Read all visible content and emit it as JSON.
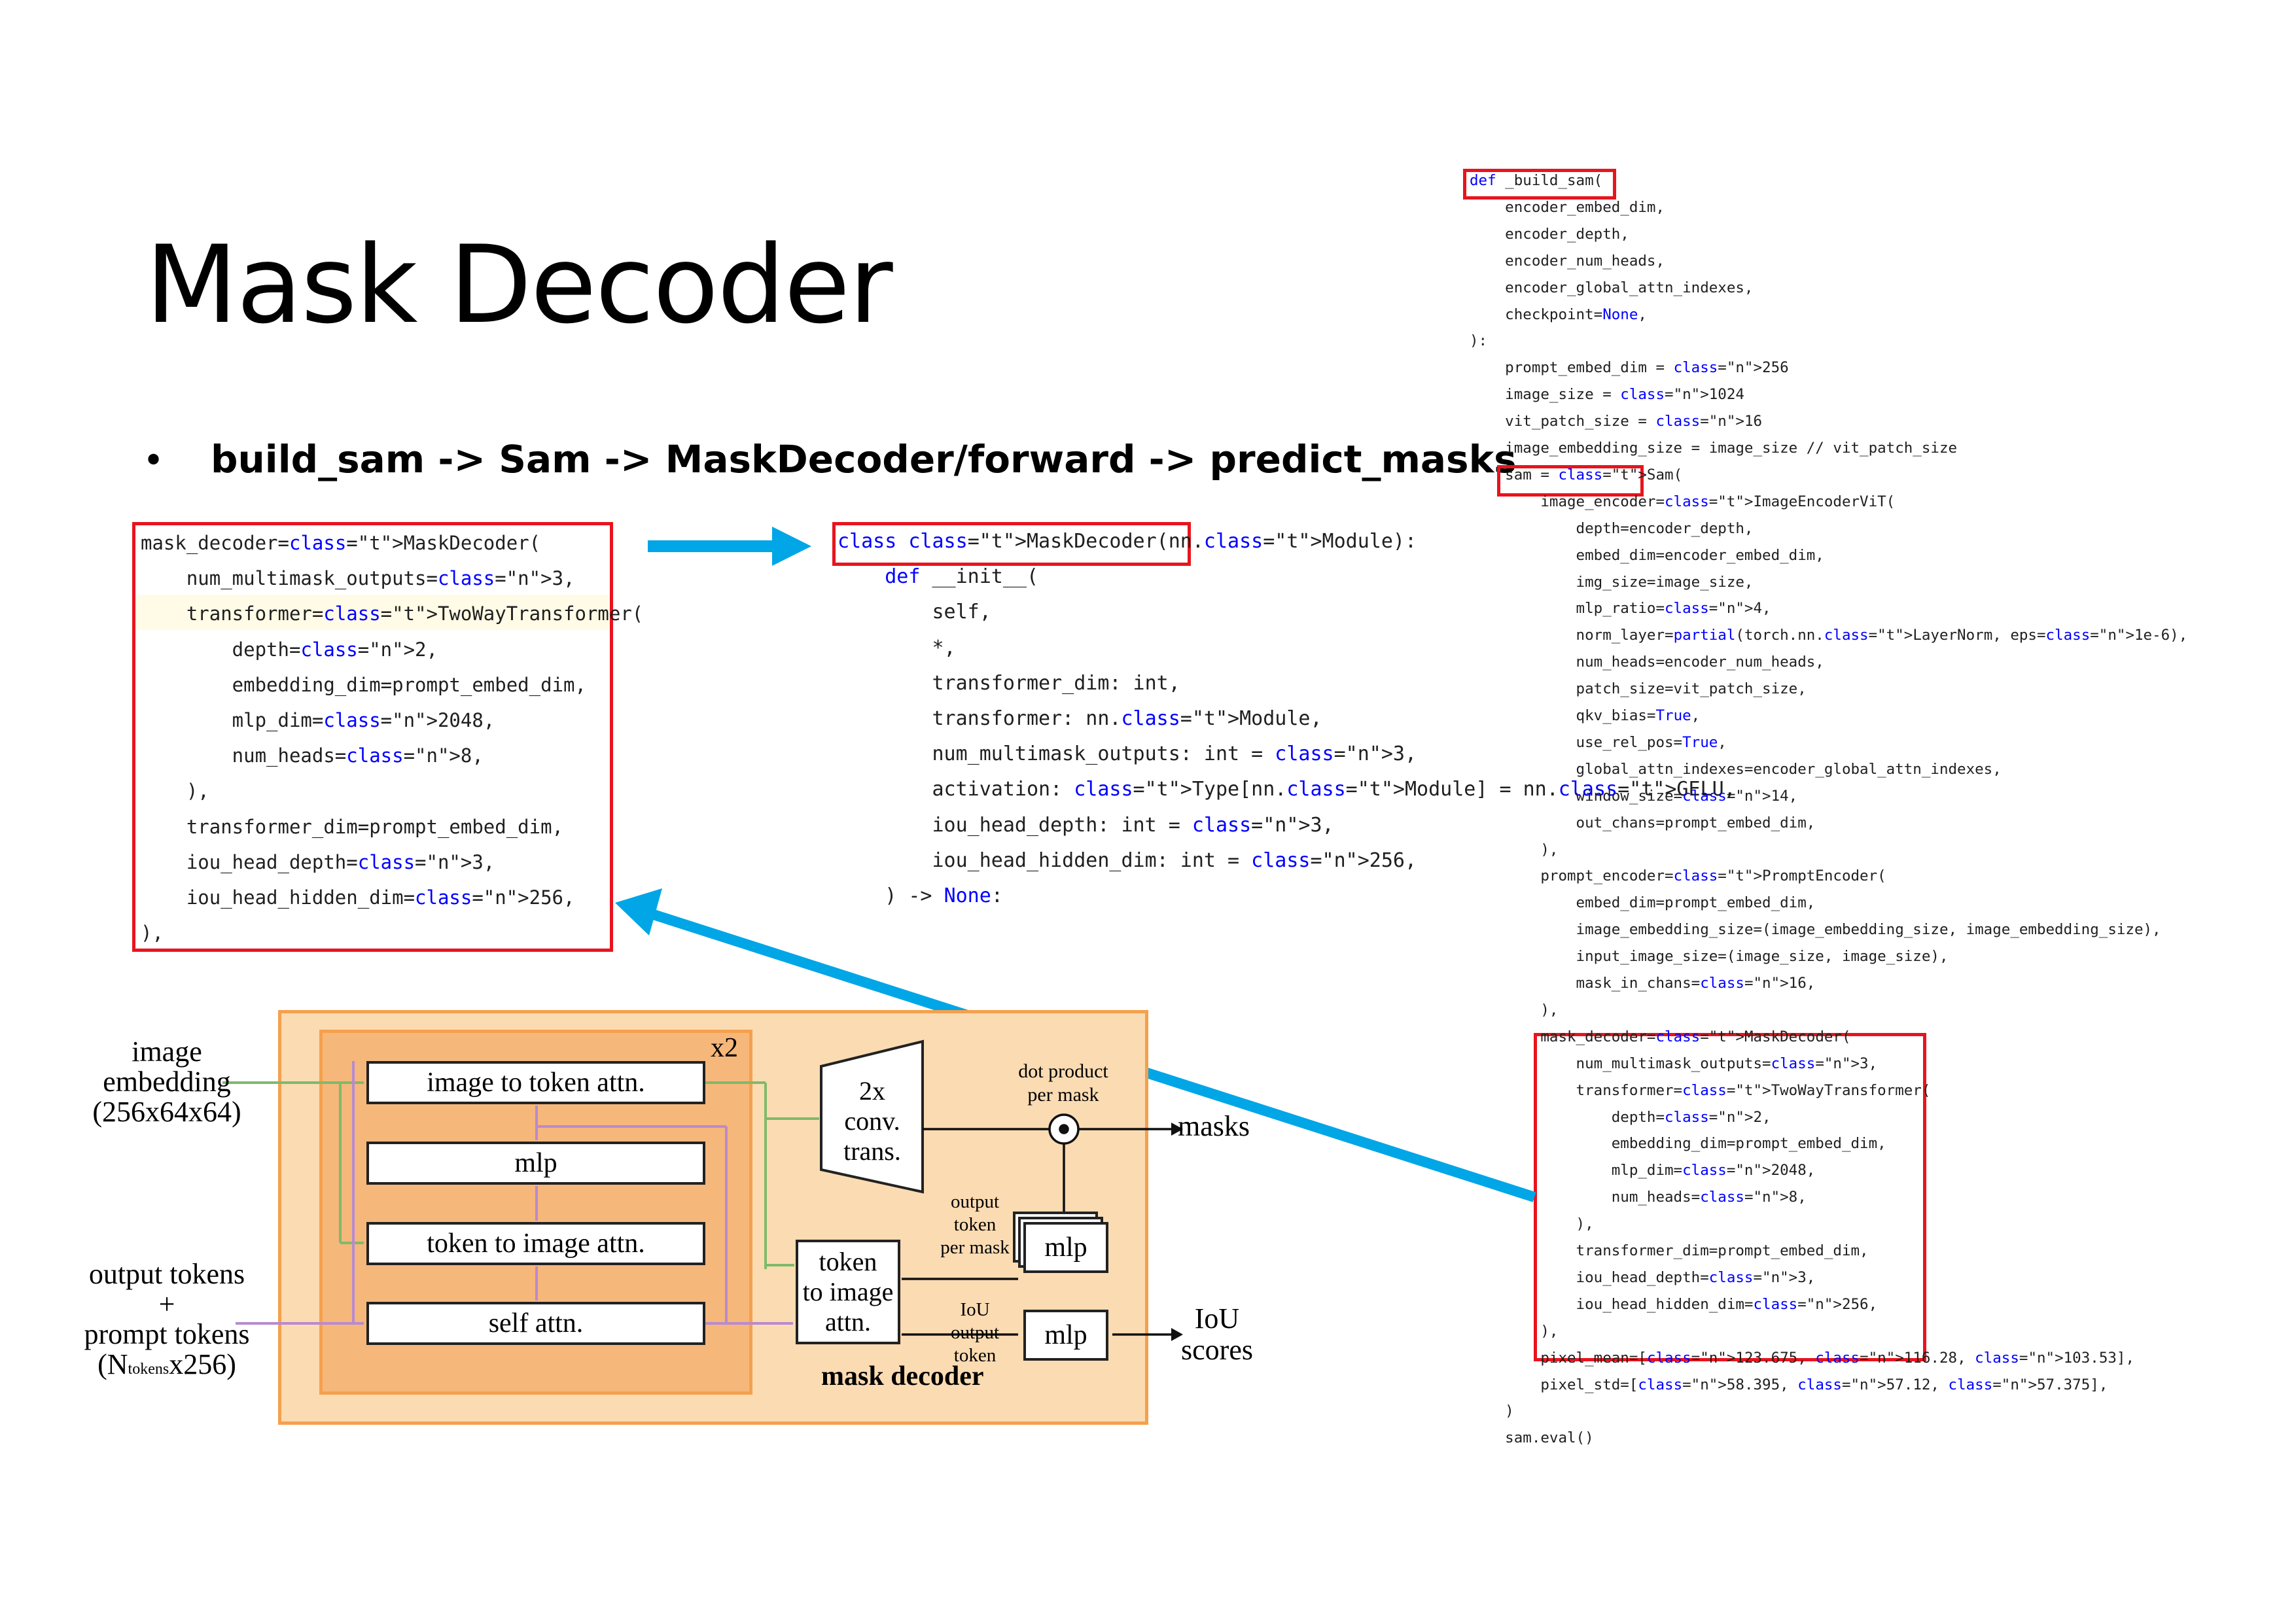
{
  "title": "Mask Decoder",
  "bullet": {
    "marker": "•",
    "text": "build_sam -> Sam -> MaskDecoder/forward -> predict_masks"
  },
  "code_left": [
    "mask_decoder=MaskDecoder(",
    "    num_multimask_outputs=3,",
    "    transformer=TwoWayTransformer(",
    "        depth=2,",
    "        embedding_dim=prompt_embed_dim,",
    "        mlp_dim=2048,",
    "        num_heads=8,",
    "    ),",
    "    transformer_dim=prompt_embed_dim,",
    "    iou_head_depth=3,",
    "    iou_head_hidden_dim=256,",
    "),"
  ],
  "code_middle": [
    "class MaskDecoder(nn.Module):",
    "    def __init__(",
    "        self,",
    "        *,",
    "        transformer_dim: int,",
    "        transformer: nn.Module,",
    "        num_multimask_outputs: int = 3,",
    "        activation: Type[nn.Module] = nn.GELU,",
    "        iou_head_depth: int = 3,",
    "        iou_head_hidden_dim: int = 256,",
    "    ) -> None:"
  ],
  "code_right": [
    "def _build_sam(",
    "    encoder_embed_dim,",
    "    encoder_depth,",
    "    encoder_num_heads,",
    "    encoder_global_attn_indexes,",
    "    checkpoint=None,",
    "):",
    "    prompt_embed_dim = 256",
    "    image_size = 1024",
    "    vit_patch_size = 16",
    "    image_embedding_size = image_size // vit_patch_size",
    "    sam = Sam(",
    "        image_encoder=ImageEncoderViT(",
    "            depth=encoder_depth,",
    "            embed_dim=encoder_embed_dim,",
    "            img_size=image_size,",
    "            mlp_ratio=4,",
    "            norm_layer=partial(torch.nn.LayerNorm, eps=1e-6),",
    "            num_heads=encoder_num_heads,",
    "            patch_size=vit_patch_size,",
    "            qkv_bias=True,",
    "            use_rel_pos=True,",
    "            global_attn_indexes=encoder_global_attn_indexes,",
    "            window_size=14,",
    "            out_chans=prompt_embed_dim,",
    "        ),",
    "        prompt_encoder=PromptEncoder(",
    "            embed_dim=prompt_embed_dim,",
    "            image_embedding_size=(image_embedding_size, image_embedding_size),",
    "            input_image_size=(image_size, image_size),",
    "            mask_in_chans=16,",
    "        ),",
    "        mask_decoder=MaskDecoder(",
    "            num_multimask_outputs=3,",
    "            transformer=TwoWayTransformer(",
    "                depth=2,",
    "                embedding_dim=prompt_embed_dim,",
    "                mlp_dim=2048,",
    "                num_heads=8,",
    "            ),",
    "            transformer_dim=prompt_embed_dim,",
    "            iou_head_depth=3,",
    "            iou_head_hidden_dim=256,",
    "        ),",
    "        pixel_mean=[123.675, 116.28, 103.53],",
    "        pixel_std=[58.395, 57.12, 57.375],",
    "    )",
    "    sam.eval()"
  ],
  "diagram": {
    "input_image": "image\nembedding\n(256x64x64)",
    "input_tokens_1": "output tokens",
    "input_tokens_2": "+",
    "input_tokens_3": "prompt tokens",
    "input_tokens_4a": "(N",
    "input_tokens_4sub": "tokens",
    "input_tokens_4b": "x256)",
    "repeat": "x2",
    "block_image_to_token": "image to token attn.",
    "block_mlp": "mlp",
    "block_token_to_image": "token to image attn.",
    "block_self_attn": "self attn.",
    "conv": "2x\nconv.\ntrans.",
    "dot_product": "dot product\nper mask",
    "masks": "masks",
    "output_token_per_mask": "output\ntoken\nper mask",
    "token_to_image": "token\nto image\nattn.",
    "iou_output_token": "IoU\noutput\ntoken",
    "mlp_mask": "mlp",
    "mlp_iou": "mlp",
    "iou_scores": "IoU\nscores",
    "caption": "mask decoder"
  },
  "colors": {
    "red_box": "#e8141d",
    "arrow": "#00a6e6",
    "outer_orange": "#fbdbb2",
    "inner_orange": "#f6b77a",
    "frame": "#f5a04d"
  }
}
